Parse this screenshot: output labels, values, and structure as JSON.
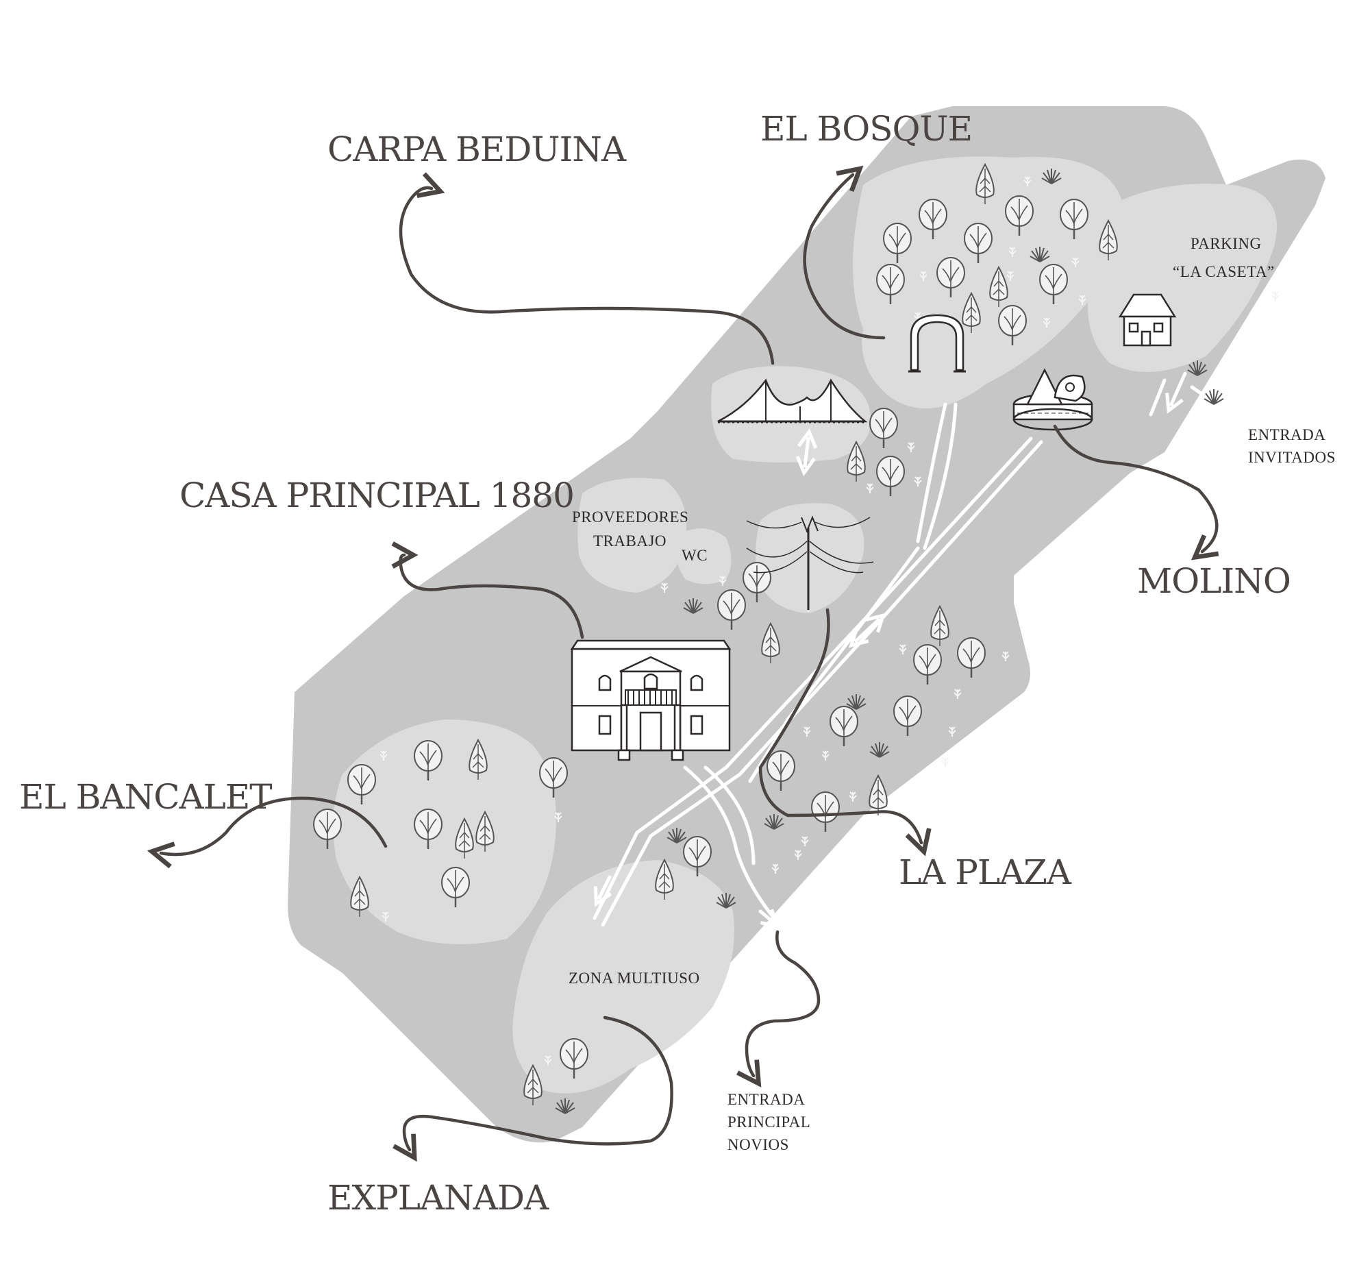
{
  "colors": {
    "map_fill": "#c6c6c6",
    "zone_fill": "#dcdcdc",
    "label": "#4a4442",
    "road": "#ffffff",
    "background": "#ffffff"
  },
  "areas": {
    "carpa_beduina": "CARPA BEDUINA",
    "el_bosque": "EL BOSQUE",
    "casa_principal": "CASA PRINCIPAL 1880",
    "molino": "MOLINO",
    "el_bancalet": "EL BANCALET",
    "la_plaza": "LA PLAZA",
    "explanada": "EXPLANADA"
  },
  "notes": {
    "parking_line1": "PARKING",
    "parking_line2": "“LA CASETA”",
    "entrada_invitados_line1": "ENTRADA",
    "entrada_invitados_line2": "INVITADOS",
    "proveedores_line1": "PROVEEDORES",
    "proveedores_line2": "TRABAJO",
    "wc": "WC",
    "zona_multiuso": "ZONA MULTIUSO",
    "entrada_principal_line1": "ENTRADA",
    "entrada_principal_line2": "PRINCIPAL",
    "entrada_principal_line3": "NOVIOS"
  },
  "icons": [
    "tent-icon",
    "arch-icon",
    "house-icon",
    "windmill-icon",
    "mansion-icon",
    "string-lights-icon",
    "tree-icon"
  ]
}
